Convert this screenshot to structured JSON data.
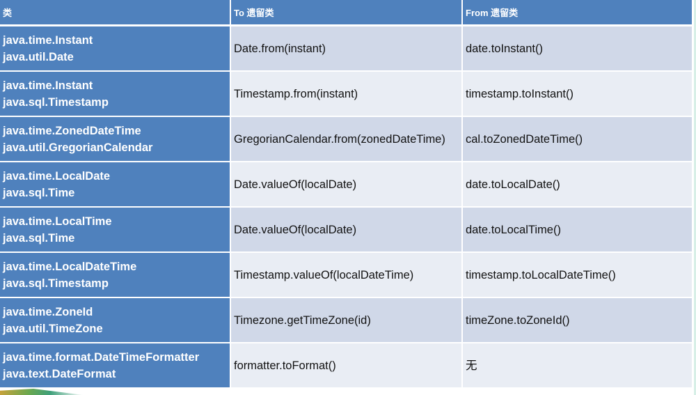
{
  "table": {
    "headers": {
      "class": "类",
      "to_legacy": "To 遗留类",
      "from_legacy": "From 遗留类"
    },
    "rows": [
      {
        "new_class": "java.time.Instant",
        "legacy_class": "java.util.Date",
        "to": "Date.from(instant)",
        "from": "date.toInstant()"
      },
      {
        "new_class": "java.time.Instant",
        "legacy_class": "java.sql.Timestamp",
        "to": "Timestamp.from(instant)",
        "from": "timestamp.toInstant()"
      },
      {
        "new_class": "java.time.ZonedDateTime",
        "legacy_class": "java.util.GregorianCalendar",
        "to": "GregorianCalendar.from(zonedDateTime)",
        "from": "cal.toZonedDateTime()"
      },
      {
        "new_class": "java.time.LocalDate",
        "legacy_class": "java.sql.Time",
        "to": "Date.valueOf(localDate)",
        "from": "date.toLocalDate()"
      },
      {
        "new_class": "java.time.LocalTime",
        "legacy_class": "java.sql.Time",
        "to": "Date.valueOf(localDate)",
        "from": "date.toLocalTime()"
      },
      {
        "new_class": "java.time.LocalDateTime",
        "legacy_class": "java.sql.Timestamp",
        "to": "Timestamp.valueOf(localDateTime)",
        "from": "timestamp.toLocalDateTime()"
      },
      {
        "new_class": "java.time.ZoneId",
        "legacy_class": "java.util.TimeZone",
        "to": "Timezone.getTimeZone(id)",
        "from": "timeZone.toZoneId()"
      },
      {
        "new_class": "java.time.format.DateTimeFormatter",
        "legacy_class": "java.text.DateFormat",
        "to": "formatter.toFormat()",
        "from": "无"
      }
    ]
  },
  "colors": {
    "header_bg": "#4f81bd",
    "first_col_bg": "#4f81bd",
    "band_dark": "#d0d8e8",
    "band_light": "#e9edf4",
    "header_text": "#ffffff"
  }
}
